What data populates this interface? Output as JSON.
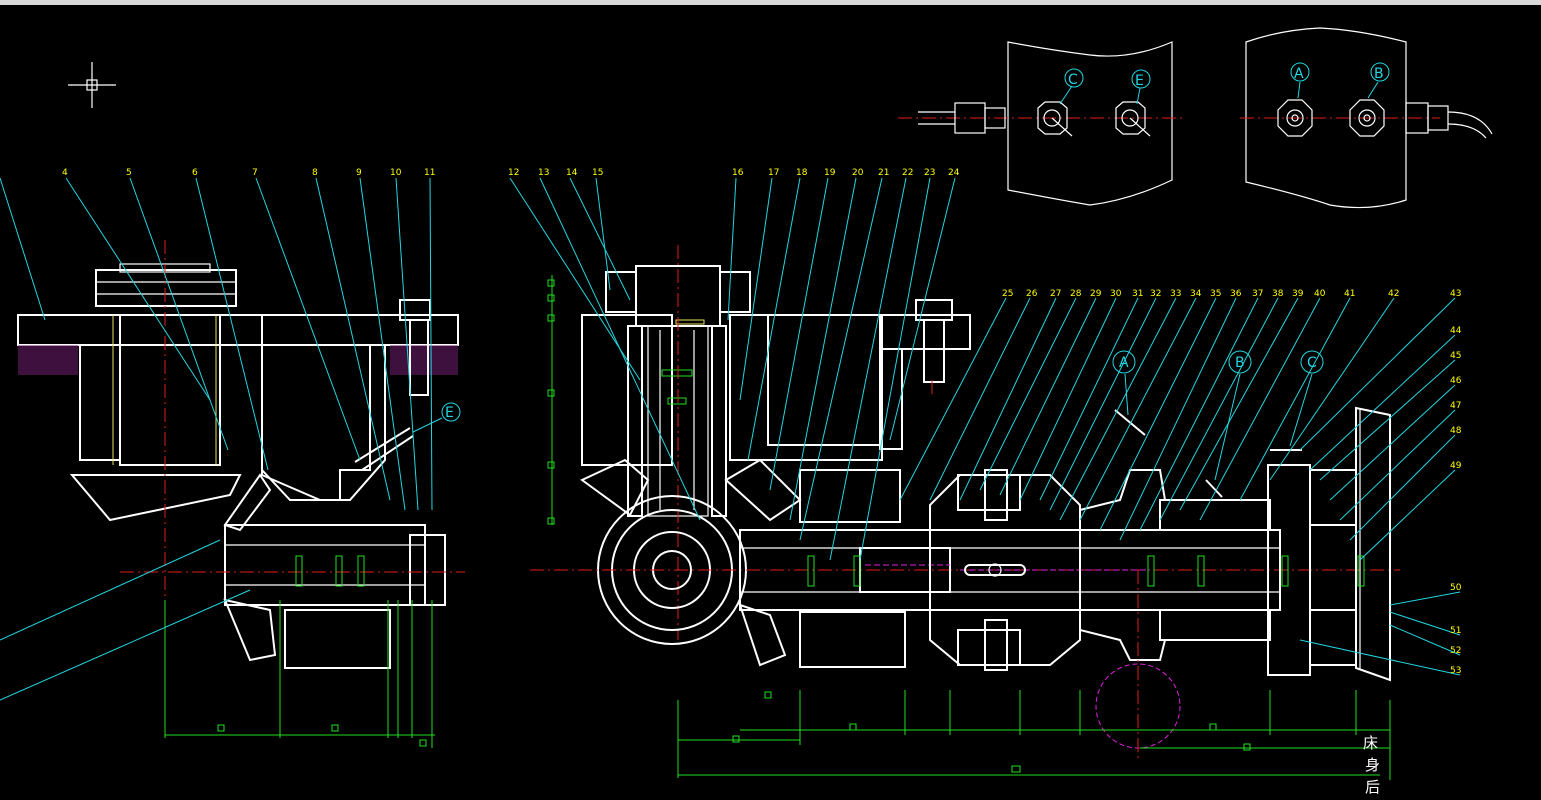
{
  "drawing": {
    "part_numbers_left": [
      "4",
      "5",
      "6",
      "7",
      "8",
      "9",
      "10",
      "11"
    ],
    "part_numbers_mid": [
      "12",
      "13",
      "14",
      "15",
      "16",
      "17",
      "18",
      "19",
      "20",
      "21",
      "22",
      "23",
      "24"
    ],
    "part_numbers_right": [
      "25",
      "26",
      "27",
      "28",
      "29",
      "30",
      "31",
      "32",
      "33",
      "34",
      "35",
      "36",
      "37",
      "38",
      "39",
      "40",
      "41",
      "42",
      "43"
    ],
    "part_numbers_side": [
      "44",
      "45",
      "46",
      "47",
      "48",
      "49",
      "50",
      "51",
      "52",
      "53"
    ],
    "detail_markers": [
      "C",
      "E",
      "A",
      "B"
    ],
    "section_markers": [
      "A",
      "B",
      "C"
    ],
    "left_view_marker": "E",
    "vertical_note": [
      "床",
      "身",
      "后"
    ],
    "colors": {
      "background": "#000000",
      "outline": "#ffffff",
      "leader": "#22d6e0",
      "centerline": "#e01e1e",
      "dimension": "#20e020",
      "part_number": "#ffff00"
    }
  }
}
